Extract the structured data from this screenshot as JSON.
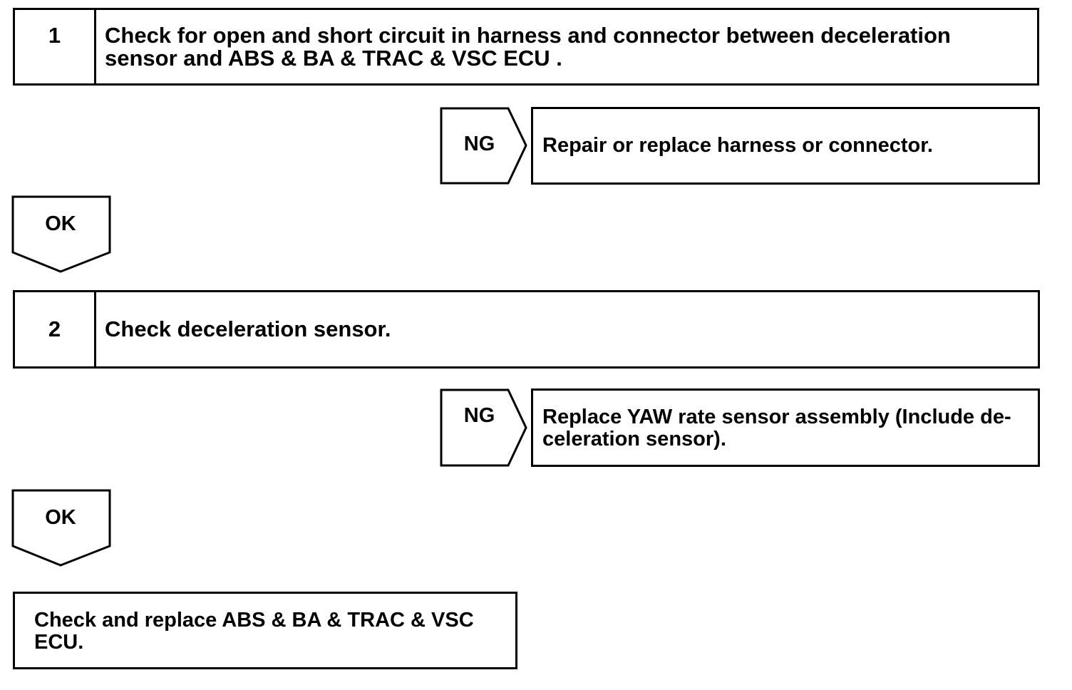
{
  "steps": [
    {
      "number": "1",
      "text_lines": [
        "Check for open and short circuit in harness and connector between deceleration",
        "sensor and ABS & BA & TRAC & VSC  ECU ."
      ]
    },
    {
      "number": "2",
      "text_lines": [
        "Check deceleration sensor."
      ]
    }
  ],
  "ng_branches": [
    {
      "label": "NG",
      "result_lines": [
        "Repair or replace harness or connector."
      ]
    },
    {
      "label": "NG",
      "result_lines": [
        "Replace YAW rate sensor assembly (Include de-",
        "celeration sensor)."
      ]
    }
  ],
  "ok_labels": [
    "OK",
    "OK"
  ],
  "final_box": {
    "text_lines": [
      "Check and replace ABS & BA & TRAC & VSC",
      "ECU."
    ]
  }
}
